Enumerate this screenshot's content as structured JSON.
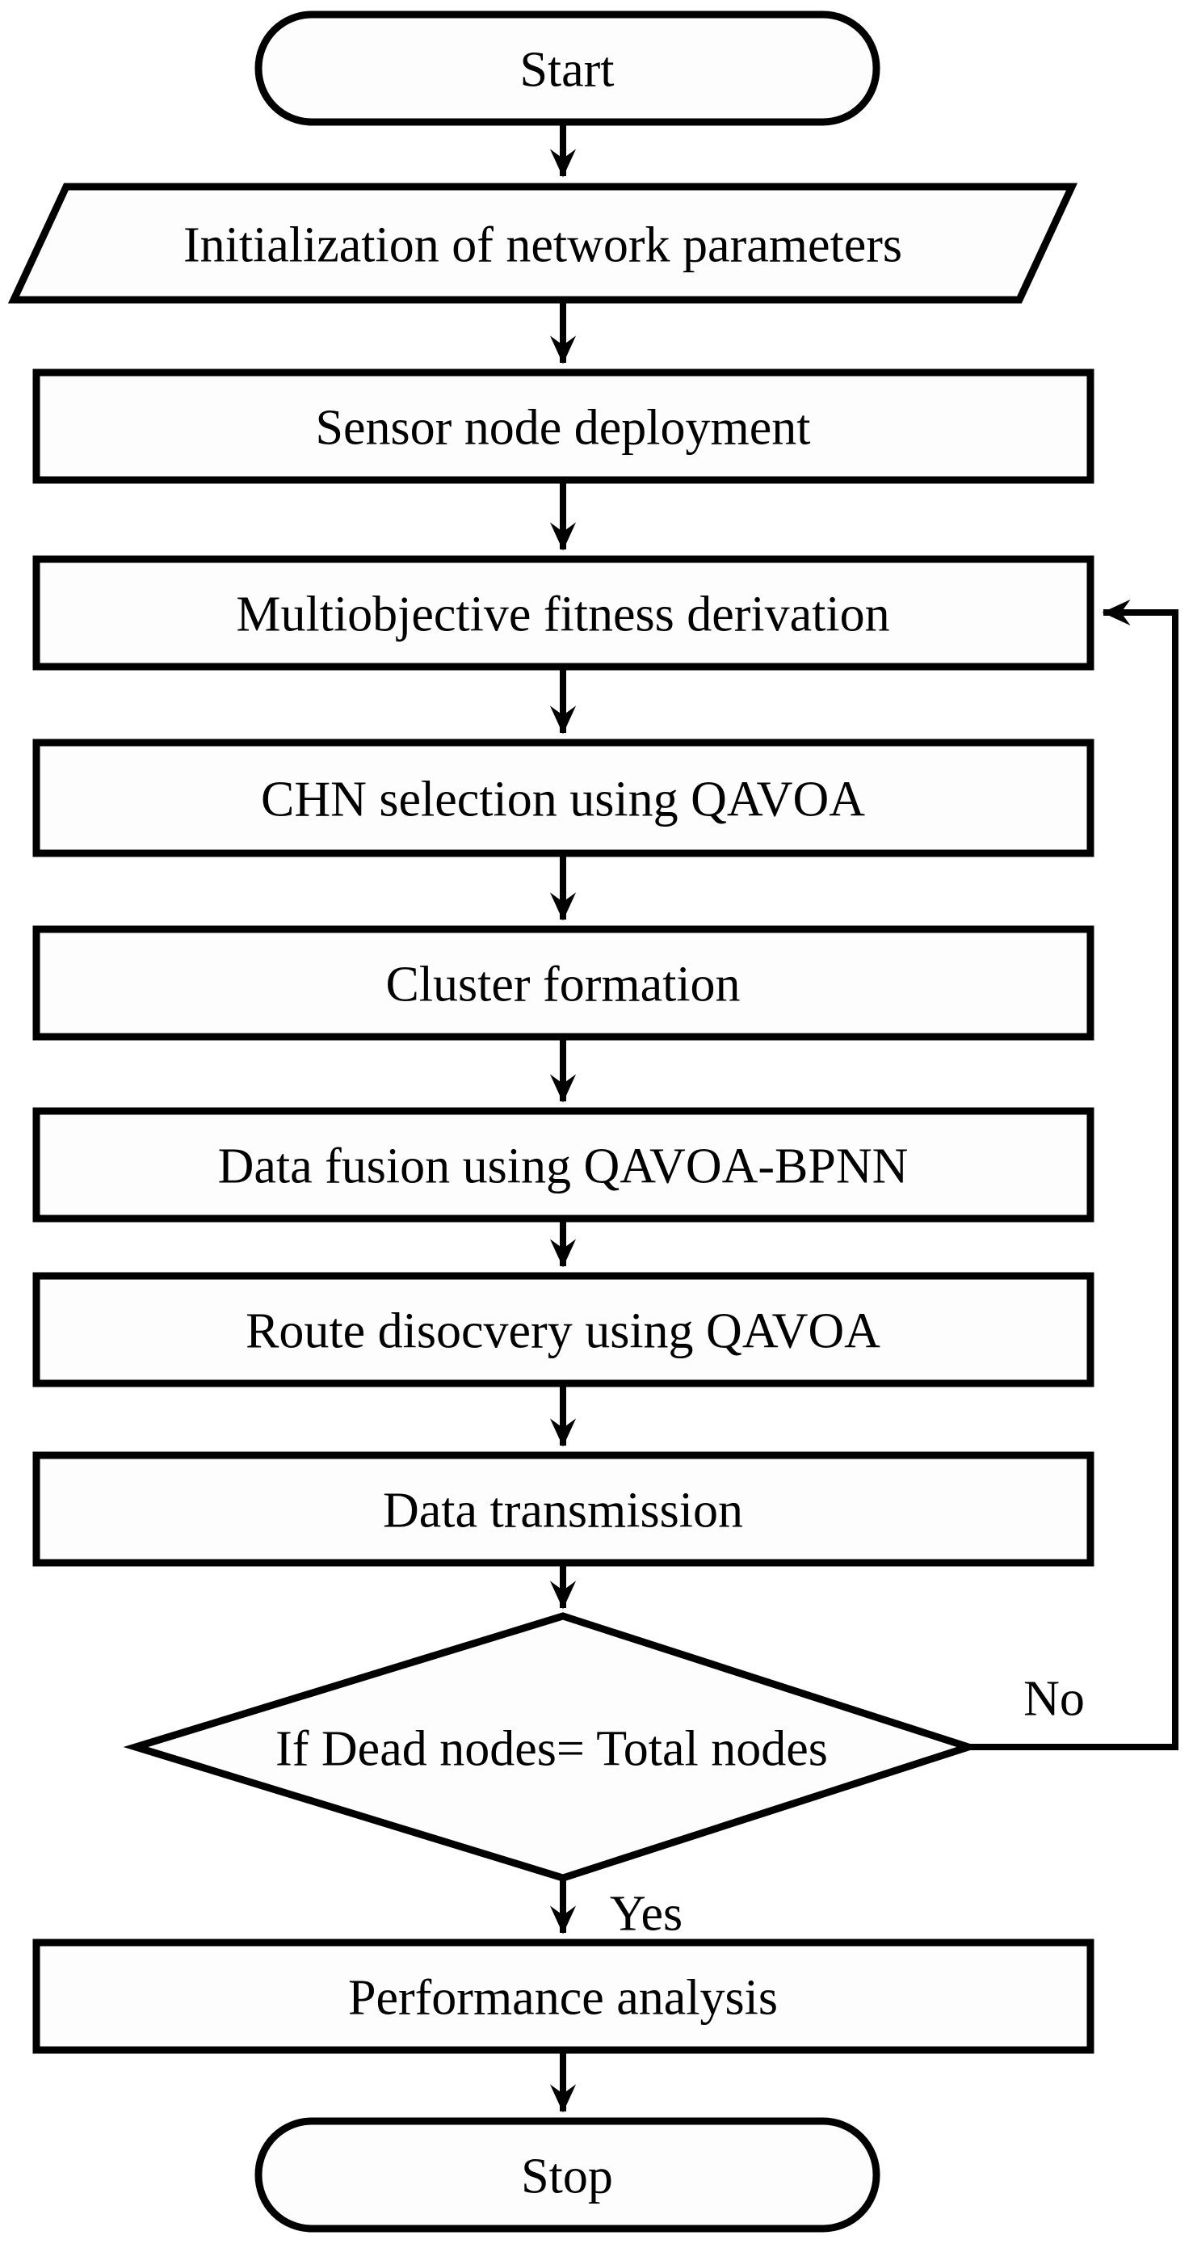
{
  "flowchart": {
    "title": "QAVOA-based WSN routing flowchart",
    "colors": {
      "background": "#ffffff",
      "shape_fill": "#fdfdfd",
      "stroke": "#000000",
      "text": "#000000"
    },
    "nodes": {
      "start": {
        "shape": "stadium",
        "label": "Start"
      },
      "init": {
        "shape": "parallelogram",
        "label": "Initialization of network parameters"
      },
      "deploy": {
        "shape": "rectangle",
        "label": "Sensor node deployment"
      },
      "fitness": {
        "shape": "rectangle",
        "label": "Multiobjective fitness derivation"
      },
      "chn": {
        "shape": "rectangle",
        "label": "CHN selection using QAVOA"
      },
      "cluster": {
        "shape": "rectangle",
        "label": "Cluster formation"
      },
      "fusion": {
        "shape": "rectangle",
        "label": "Data fusion using QAVOA-BPNN"
      },
      "route": {
        "shape": "rectangle",
        "label": "Route disocvery using QAVOA"
      },
      "transmission": {
        "shape": "rectangle",
        "label": "Data transmission"
      },
      "decision": {
        "shape": "diamond",
        "label": "If Dead nodes= Total nodes"
      },
      "performance": {
        "shape": "rectangle",
        "label": "Performance analysis"
      },
      "stop": {
        "shape": "stadium",
        "label": "Stop"
      }
    },
    "edges": {
      "no_label": "No",
      "yes_label": "Yes"
    }
  }
}
